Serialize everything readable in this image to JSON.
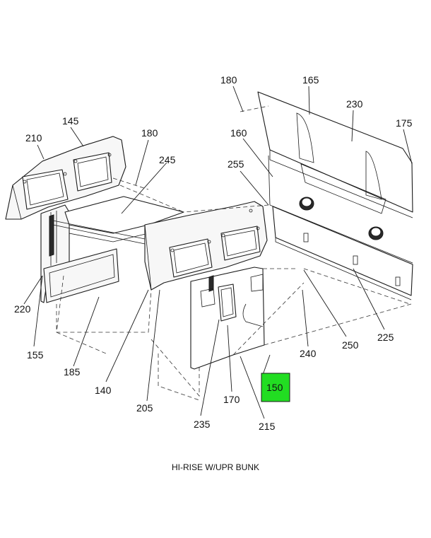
{
  "caption": "HI-RISE W/UPR BUNK",
  "callouts": [
    "180",
    "165",
    "230",
    "175",
    "160",
    "255",
    "145",
    "210",
    "180",
    "245",
    "220",
    "155",
    "185",
    "140",
    "205",
    "235",
    "170",
    "215",
    "150",
    "240",
    "250",
    "225"
  ],
  "highlighted_callout": "150",
  "highlight_color": "#22dd22"
}
